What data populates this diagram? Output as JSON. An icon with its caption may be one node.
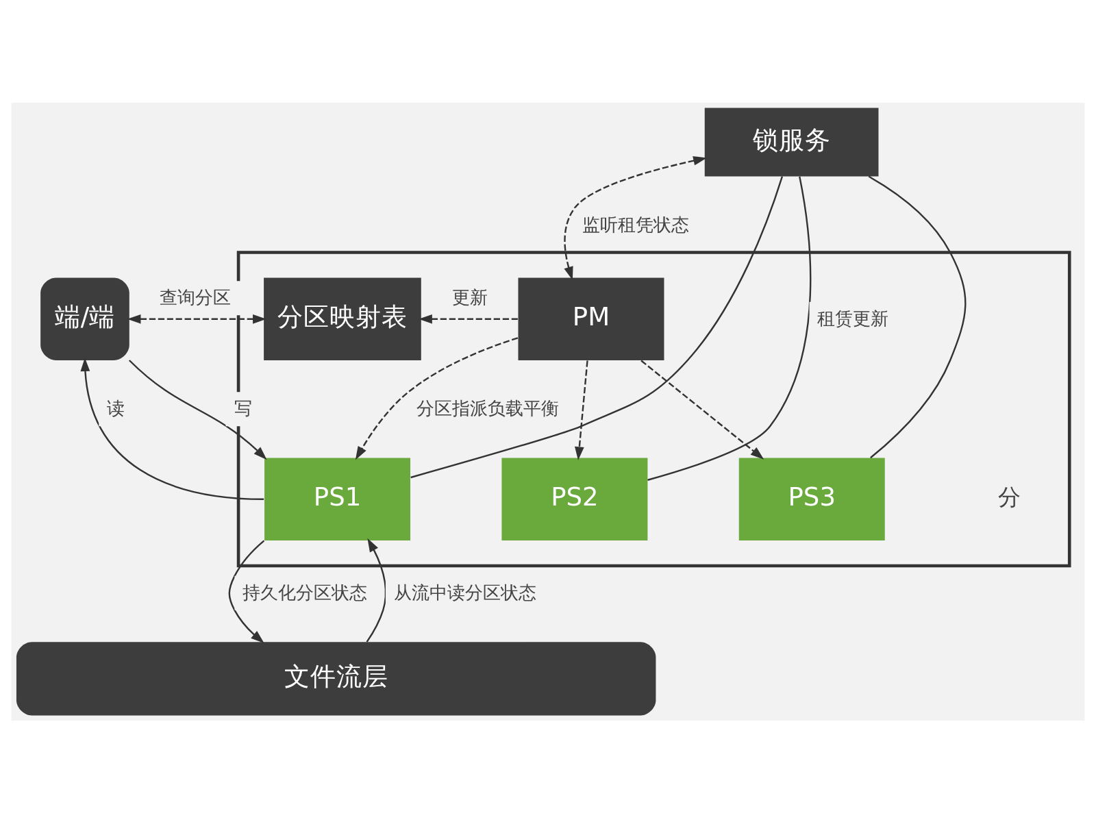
{
  "diagram": {
    "nodes": [
      {
        "text": [
          "锁服务"
        ]
      },
      {
        "text": [],
        "shape": "box"
      },
      {
        "text": [
          "分区映射表"
        ],
        "in": 1
      },
      {
        "text": [
          "PM"
        ],
        "in": 1
      },
      {
        "text": [
          "端/端"
        ]
      },
      {
        "text": [
          "PS1"
        ],
        "in": 1
      },
      {
        "text": [
          "PS2"
        ],
        "in": 1
      },
      {
        "text": [
          "PS3"
        ],
        "in": 1
      },
      {
        "text": [
          "文件流层"
        ]
      }
    ],
    "edges": [
      {
        "from": 0,
        "to": 3,
        "arrow": "both",
        "style": "dashed",
        "label": "监听租凭状态"
      },
      {
        "from": 3,
        "to": 2,
        "arrow": "to",
        "style": "dashed",
        "label": "更新"
      },
      {
        "from": 2,
        "to": 4,
        "arrow": "both",
        "style": "dashed",
        "label": "查询分区"
      },
      {
        "from": 4,
        "to": 5,
        "arrow": "to",
        "label": "写"
      },
      {
        "from": 5,
        "to": 4,
        "arrow": "to",
        "label": "读"
      },
      {
        "from": 3,
        "to": 5,
        "arrow": "to",
        "style": "dashed",
        "label": "分区指派负载平衡"
      },
      {
        "from": 3,
        "to": 6,
        "arrow": "to",
        "style": "dashed"
      },
      {
        "from": 3,
        "to": 7,
        "arrow": "to",
        "style": "dashed"
      },
      {
        "from": 0,
        "to": 5,
        "arrow": "none"
      },
      {
        "from": 0,
        "to": 6,
        "arrow": "none",
        "label": "租赁更新"
      },
      {
        "from": 0,
        "to": 7,
        "arrow": "none"
      },
      {
        "from": 5,
        "to": 8,
        "arrow": "to",
        "label": "持久化分区状态"
      },
      {
        "from": 8,
        "to": 5,
        "arrow": "to",
        "label": "从流中读分区状态"
      }
    ],
    "labels": [
      "分"
    ]
  }
}
